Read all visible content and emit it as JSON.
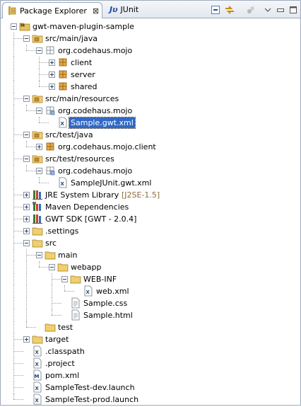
{
  "tabs": {
    "package_explorer": "Package Explorer",
    "junit": "JUnit",
    "close_glyph": "⊠",
    "junit_glyph": "Jυ"
  },
  "tree": [
    {
      "label": "gwt-maven-plugin-sample",
      "icon": "maven-project-icon",
      "level": 0,
      "tw": "open",
      "extra": ""
    },
    {
      "label": "src/main/java",
      "icon": "source-folder-icon",
      "level": 1,
      "tw": "open",
      "extra": ""
    },
    {
      "label": "org.codehaus.mojo",
      "icon": "package-empty-icon",
      "level": 2,
      "tw": "open",
      "extra": ""
    },
    {
      "label": "client",
      "icon": "package-icon",
      "level": 3,
      "tw": "closed",
      "extra": ""
    },
    {
      "label": "server",
      "icon": "package-icon",
      "level": 3,
      "tw": "closed",
      "extra": ""
    },
    {
      "label": "shared",
      "icon": "package-icon",
      "level": 3,
      "tw": "closed",
      "extra": ""
    },
    {
      "label": "src/main/resources",
      "icon": "source-folder-icon",
      "level": 1,
      "tw": "open",
      "extra": ""
    },
    {
      "label": "org.codehaus.mojo",
      "icon": "resource-package-icon",
      "level": 2,
      "tw": "open",
      "extra": ""
    },
    {
      "label": "Sample.gwt.xml",
      "icon": "xml-file-icon",
      "level": 3,
      "tw": "none",
      "extra": "",
      "selected": true
    },
    {
      "label": "src/test/java",
      "icon": "source-folder-icon",
      "level": 1,
      "tw": "open",
      "extra": ""
    },
    {
      "label": "org.codehaus.mojo.client",
      "icon": "package-icon",
      "level": 2,
      "tw": "closed",
      "extra": ""
    },
    {
      "label": "src/test/resources",
      "icon": "source-folder-icon",
      "level": 1,
      "tw": "open",
      "extra": ""
    },
    {
      "label": "org.codehaus.mojo",
      "icon": "resource-package-icon",
      "level": 2,
      "tw": "open",
      "extra": ""
    },
    {
      "label": "SampleJUnit.gwt.xml",
      "icon": "xml-file-icon",
      "level": 3,
      "tw": "none",
      "extra": ""
    },
    {
      "label": "JRE System Library",
      "icon": "library-icon",
      "level": 1,
      "tw": "closed",
      "extra": "[J2SE-1.5]"
    },
    {
      "label": "Maven Dependencies",
      "icon": "maven-library-icon",
      "level": 1,
      "tw": "closed",
      "extra": ""
    },
    {
      "label": "GWT SDK [GWT - 2.0.4]",
      "icon": "library-icon",
      "level": 1,
      "tw": "closed",
      "extra": ""
    },
    {
      "label": ".settings",
      "icon": "folder-icon",
      "level": 1,
      "tw": "closed",
      "extra": ""
    },
    {
      "label": "src",
      "icon": "folder-icon",
      "level": 1,
      "tw": "open",
      "extra": ""
    },
    {
      "label": "main",
      "icon": "folder-icon",
      "level": 2,
      "tw": "open",
      "extra": ""
    },
    {
      "label": "webapp",
      "icon": "folder-icon",
      "level": 3,
      "tw": "open",
      "extra": ""
    },
    {
      "label": "WEB-INF",
      "icon": "folder-icon",
      "level": 4,
      "tw": "open",
      "extra": ""
    },
    {
      "label": "web.xml",
      "icon": "xml-file-icon",
      "level": 5,
      "tw": "none",
      "extra": ""
    },
    {
      "label": "Sample.css",
      "icon": "text-file-icon",
      "level": 4,
      "tw": "none",
      "extra": ""
    },
    {
      "label": "Sample.html",
      "icon": "text-file-icon",
      "level": 4,
      "tw": "none",
      "extra": ""
    },
    {
      "label": "test",
      "icon": "folder-icon",
      "level": 2,
      "tw": "none",
      "extra": ""
    },
    {
      "label": "target",
      "icon": "folder-icon",
      "level": 1,
      "tw": "closed",
      "extra": ""
    },
    {
      "label": ".classpath",
      "icon": "xml-file-icon",
      "level": 1,
      "tw": "none",
      "extra": ""
    },
    {
      "label": ".project",
      "icon": "xml-file-icon",
      "level": 1,
      "tw": "none",
      "extra": ""
    },
    {
      "label": "pom.xml",
      "icon": "maven-pom-icon",
      "level": 1,
      "tw": "none",
      "extra": ""
    },
    {
      "label": "SampleTest-dev.launch",
      "icon": "xml-file-icon",
      "level": 1,
      "tw": "none",
      "extra": ""
    },
    {
      "label": "SampleTest-prod.launch",
      "icon": "xml-file-icon",
      "level": 1,
      "tw": "none",
      "extra": ""
    }
  ]
}
